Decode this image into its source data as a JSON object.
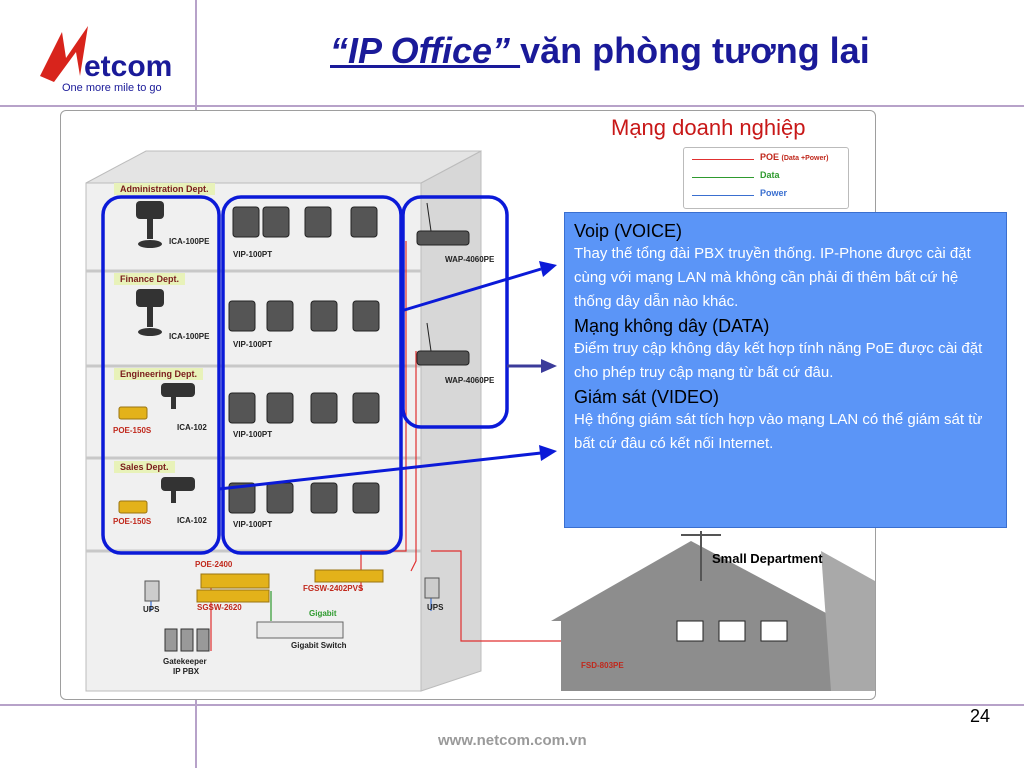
{
  "header": {
    "title_quoted": "“IP Office” ",
    "title_rest": "văn phòng tương lai",
    "logo_word": "etcom",
    "logo_tagline": "One more mile to go"
  },
  "diagram": {
    "network_title": "Mạng doanh nghiệp",
    "legend": {
      "poe_label": "POE",
      "poe_note": "(Data +Power)",
      "data_label": "Data",
      "power_label": "Power"
    },
    "departments": [
      {
        "name": "Administration Dept.",
        "device": "ICA-100PE",
        "phones": "VIP-100PT"
      },
      {
        "name": "Finance Dept.",
        "device": "ICA-100PE",
        "phones": "VIP-100PT"
      },
      {
        "name": "Engineering Dept.",
        "device": "ICA-102",
        "injector": "POE-150S",
        "phones": "VIP-100PT"
      },
      {
        "name": "Sales Dept.",
        "device": "ICA-102",
        "injector": "POE-150S",
        "phones": "VIP-100PT"
      }
    ],
    "access_points": [
      "WAP-4060PE",
      "WAP-4060PE"
    ],
    "equipment": {
      "poe_switch": "POE-2400",
      "core_switch": "SGSW-2620",
      "fast_switch": "FGSW-2402PVS",
      "gigabit_link": "Gigabit",
      "gigabit_switch": "Gigabit Switch",
      "ups_left": "UPS",
      "ups_right": "UPS",
      "gatekeeper_line1": "Gatekeeper",
      "gatekeeper_line2": "IP PBX",
      "remote_switch": "FSD-803PE"
    },
    "small_department": "Small Department",
    "colors": {
      "poe": "#e03030",
      "data": "#2e9a2e",
      "power": "#3a6fd0",
      "highlight": "#0b1ad8"
    }
  },
  "info_box": {
    "voip_heading": "Voip (VOICE)",
    "voip_text": "Thay thế tổng đài PBX truyền thống. IP-Phone được cài đặt cùng với mạng LAN mà không cần phải đi thêm bất cứ hệ thống dây dẫn nào khác.",
    "wifi_heading": "Mạng không dây (DATA)",
    "wifi_text": "Điểm truy cập không dây kết hợp tính năng PoE được cài đặt cho phép truy cập mạng từ bất cứ đâu.",
    "cctv_heading": "Giám sát (VIDEO)",
    "cctv_text": "Hệ thống giám sát tích hợp vào mạng LAN có thể giám sát từ bất cứ đâu có kết nối Internet."
  },
  "footer": {
    "page_number": "24",
    "url": "www.netcom.com.vn"
  }
}
